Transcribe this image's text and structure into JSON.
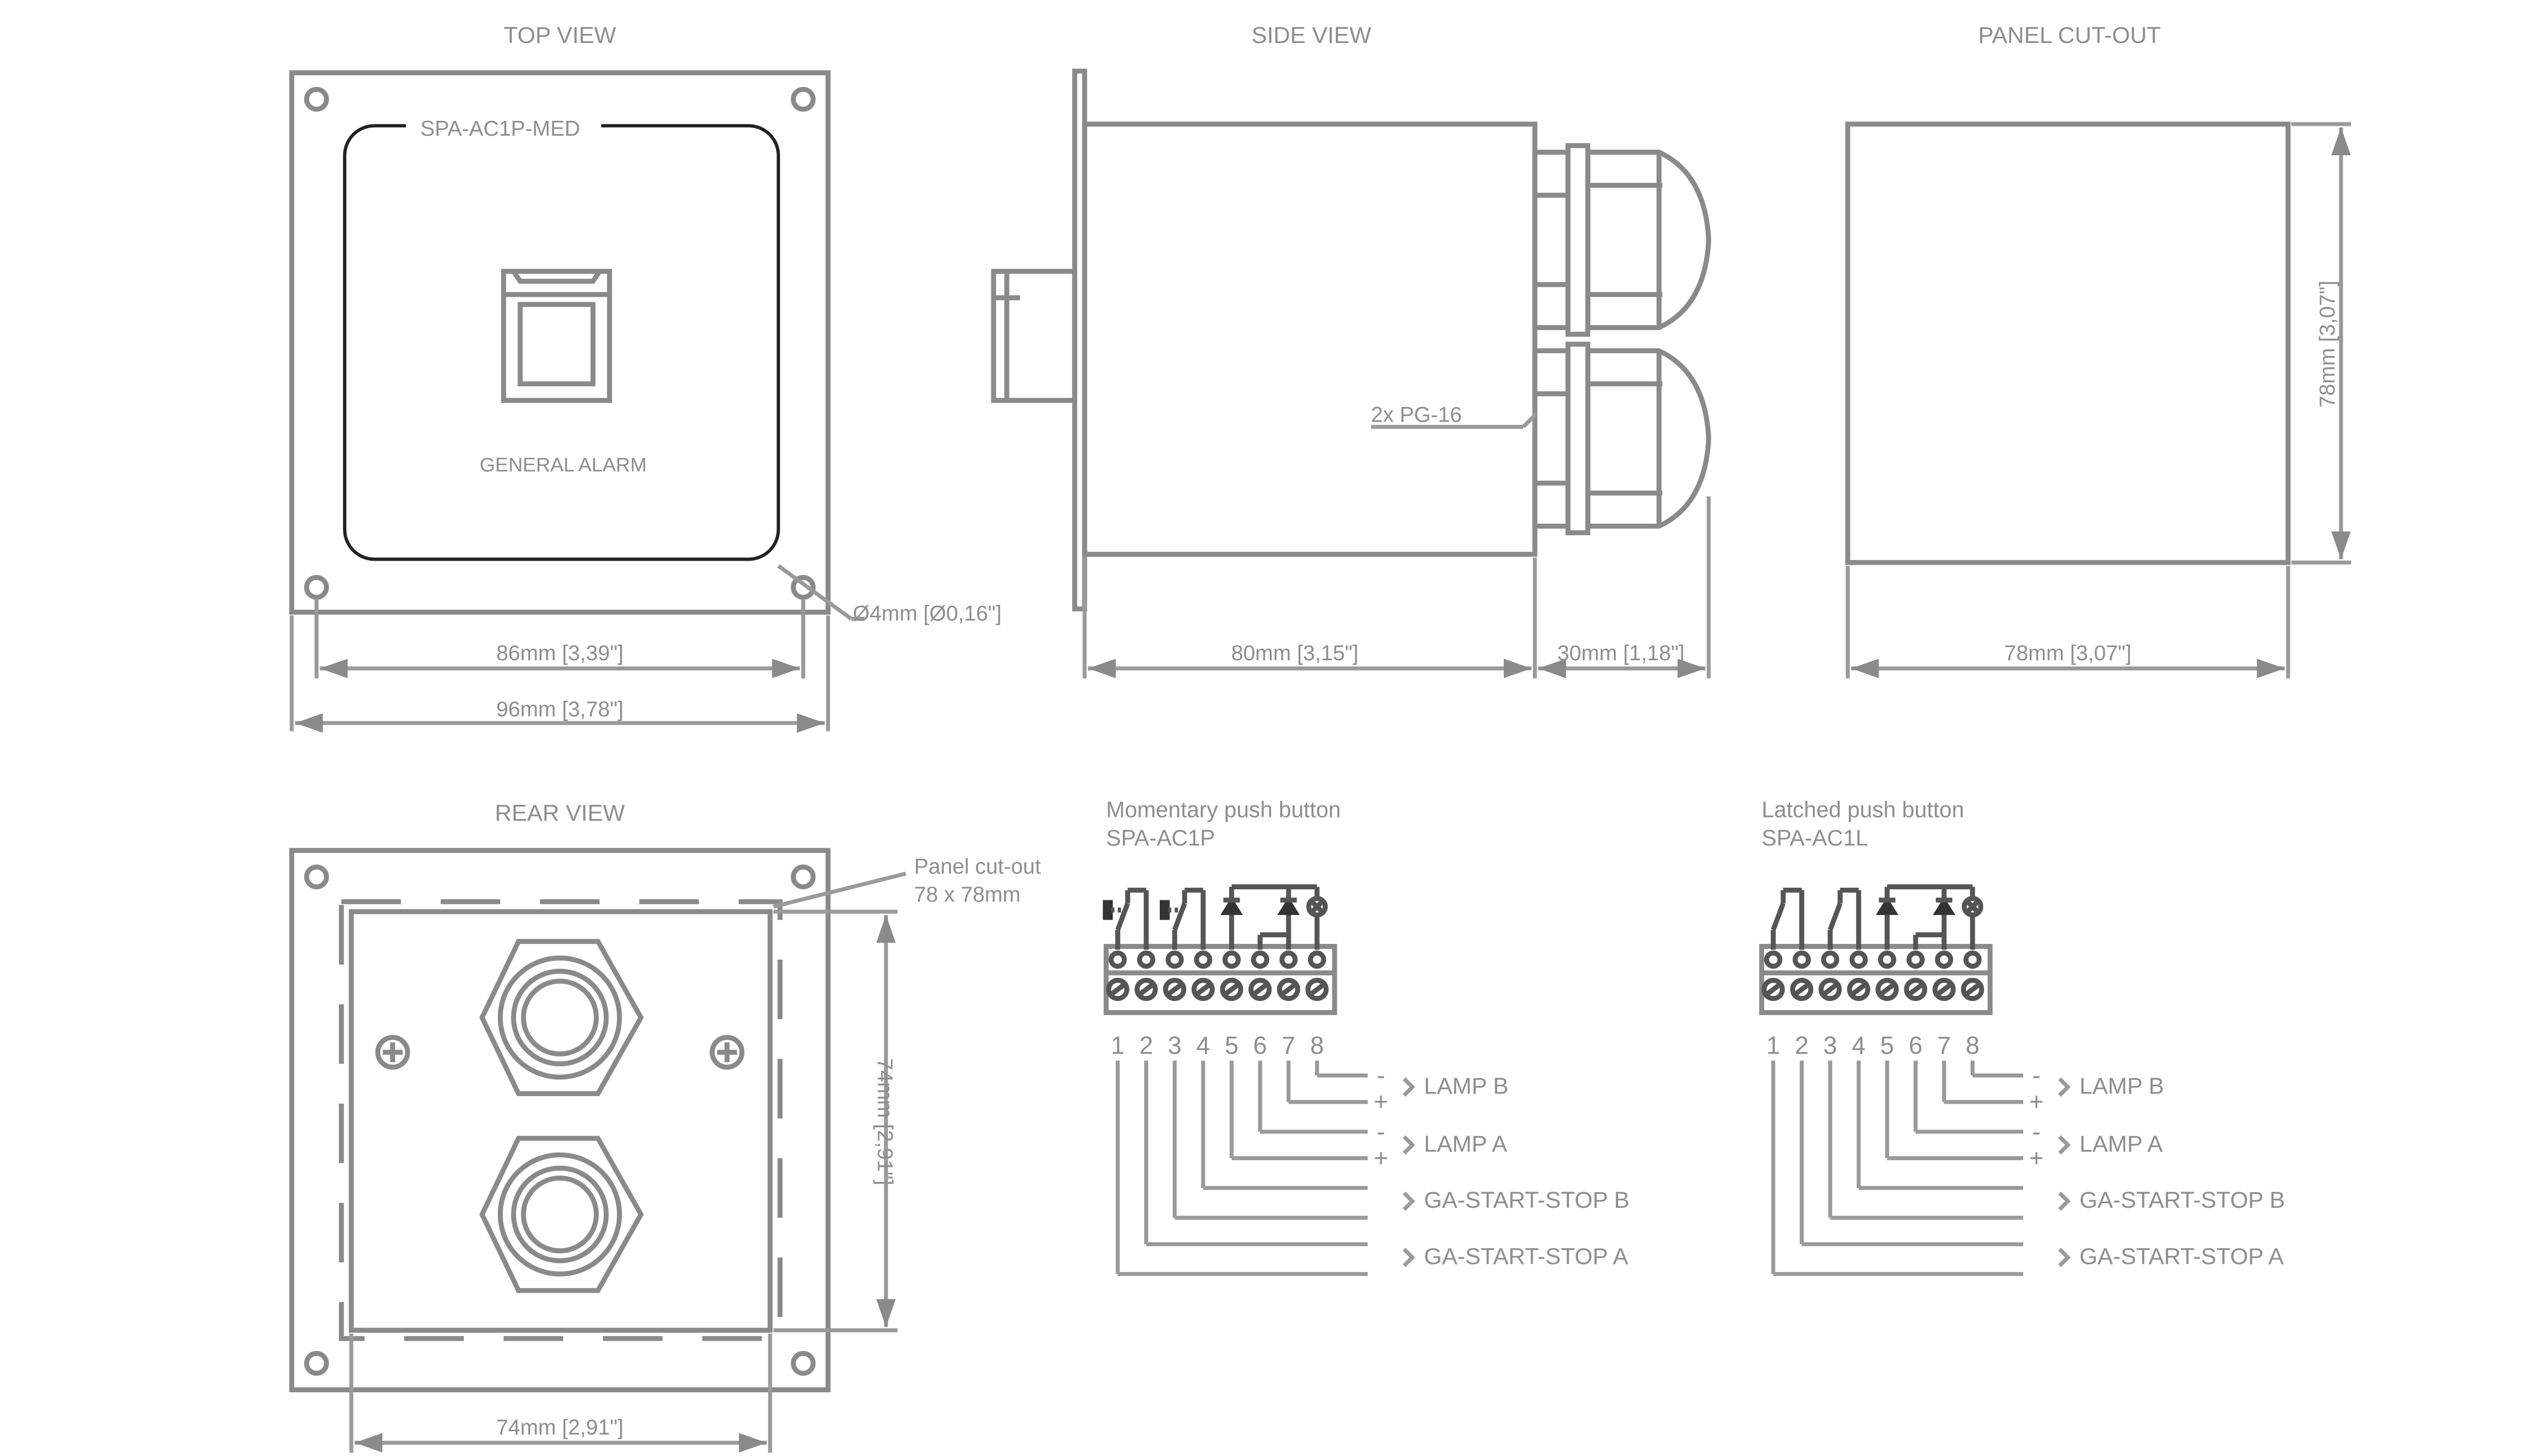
{
  "views": {
    "top": {
      "title": "TOP VIEW",
      "model": "SPA-AC1P-MED",
      "caption": "GENERAL ALARM",
      "hole_dim": "Ø4mm [Ø0,16\"]",
      "inner_dim": "86mm [3,39\"]",
      "outer_dim": "96mm [3,78\"]"
    },
    "side": {
      "title": "SIDE VIEW",
      "gland_label": "2x PG-16",
      "body_dim": "80mm [3,15\"]",
      "gland_dim": "30mm [1,18\"]"
    },
    "cutout": {
      "title": "PANEL CUT-OUT",
      "width_dim": "78mm [3,07\"]",
      "height_dim": "78mm [3,07\"]"
    },
    "rear": {
      "title": "REAR VIEW",
      "cutout_note_1": "Panel cut-out",
      "cutout_note_2": "78 x 78mm",
      "width_dim": "74mm [2,91\"]",
      "height_dim": "74mm [2,91\"]"
    }
  },
  "wiring": [
    {
      "title": "Momentary push button",
      "model": "SPA-AC1P",
      "pins": [
        "1",
        "2",
        "3",
        "4",
        "5",
        "6",
        "7",
        "8"
      ],
      "signals": [
        "LAMP B",
        "LAMP A",
        "GA-START-STOP B",
        "GA-START-STOP A"
      ],
      "minus": "-",
      "plus": "+"
    },
    {
      "title": "Latched push button",
      "model": "SPA-AC1L",
      "pins": [
        "1",
        "2",
        "3",
        "4",
        "5",
        "6",
        "7",
        "8"
      ],
      "signals": [
        "LAMP B",
        "LAMP A",
        "GA-START-STOP B",
        "GA-START-STOP A"
      ],
      "minus": "-",
      "plus": "+"
    }
  ]
}
